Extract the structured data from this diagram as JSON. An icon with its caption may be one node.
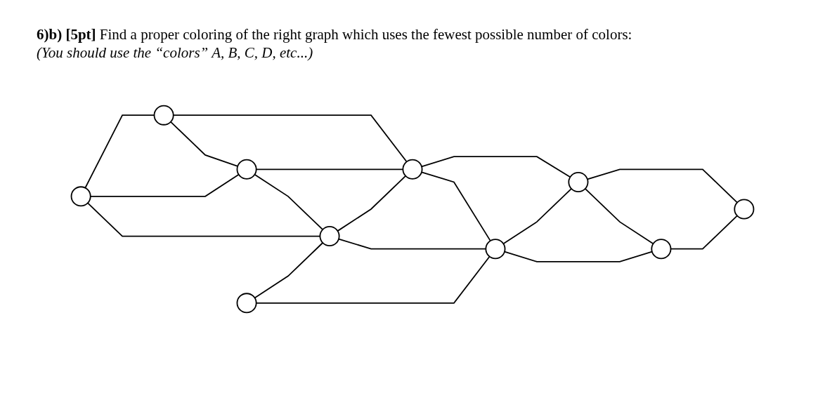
{
  "diagram": {
    "title": "**6)b) [5pt]** Find a proper coloring of the right graph which uses the fewest possible number of colors:",
    "nodes": [
      {
        "text": [],
        "shape": "circle"
      },
      {
        "text": [],
        "shape": "circle"
      },
      {
        "text": [],
        "shape": "circle"
      },
      {
        "text": [],
        "shape": "circle"
      },
      {
        "text": [],
        "shape": "circle"
      },
      {
        "text": [],
        "shape": "circle"
      },
      {
        "text": [],
        "shape": "circle"
      },
      {
        "text": [],
        "shape": "circle"
      },
      {
        "text": [],
        "shape": "circle"
      },
      {
        "text": [],
        "shape": "circle"
      }
    ],
    "edges": [
      {
        "from": 1,
        "to": 0,
        "arrow": "none"
      },
      {
        "from": 0,
        "to": 2,
        "arrow": "none"
      },
      {
        "from": 0,
        "to": 3,
        "arrow": "none"
      },
      {
        "from": 1,
        "to": 2,
        "arrow": "none"
      },
      {
        "from": 2,
        "to": 3,
        "arrow": "none"
      },
      {
        "from": 2,
        "to": 5,
        "arrow": "none"
      },
      {
        "from": 1,
        "to": 5,
        "arrow": "none"
      },
      {
        "from": 5,
        "to": 3,
        "arrow": "none"
      },
      {
        "from": 3,
        "to": 4,
        "arrow": "none"
      },
      {
        "from": 3,
        "to": 8,
        "arrow": "none"
      },
      {
        "from": 5,
        "to": 8,
        "arrow": "none"
      },
      {
        "from": 7,
        "to": 5,
        "arrow": "none"
      },
      {
        "from": 7,
        "to": 8,
        "arrow": "none"
      },
      {
        "from": 8,
        "to": 4,
        "arrow": "none"
      },
      {
        "from": 4,
        "to": 9,
        "arrow": "none"
      },
      {
        "from": 4,
        "to": 6,
        "arrow": "none"
      },
      {
        "from": 8,
        "to": 9,
        "arrow": "none"
      },
      {
        "from": 9,
        "to": 6,
        "arrow": "none"
      }
    ],
    "labels": [
      "(You should use the “colors” A, B, C, D, etc...)"
    ]
  }
}
